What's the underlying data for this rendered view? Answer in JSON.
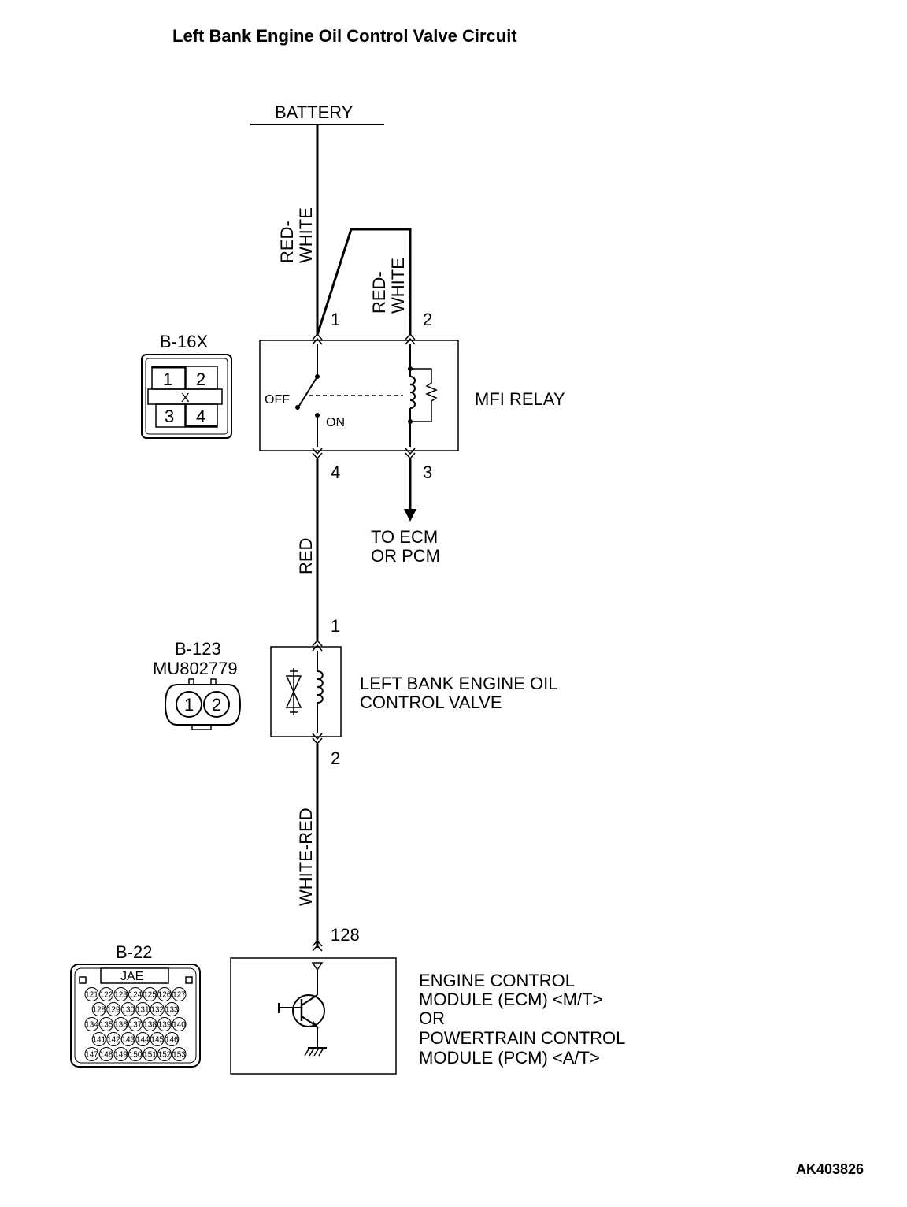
{
  "title": "Left Bank Engine Oil Control Valve Circuit",
  "battery_label": "BATTERY",
  "wires": {
    "red_white_main": [
      "RED-",
      "WHITE"
    ],
    "red_white_coil": [
      "RED-",
      "WHITE"
    ],
    "red": "RED",
    "white_red": "WHITE-RED"
  },
  "relay": {
    "name": "MFI RELAY",
    "connector": "B-16X",
    "pins": [
      "1",
      "2",
      "3",
      "4"
    ],
    "switch_off": "OFF",
    "switch_on": "ON",
    "connector_pins": [
      "1",
      "2",
      "3",
      "4"
    ],
    "connector_mark": "X"
  },
  "to_ecm": [
    "TO ECM",
    "OR PCM"
  ],
  "valve": {
    "name": [
      "LEFT BANK ENGINE OIL",
      "CONTROL VALVE"
    ],
    "connector": "B-123",
    "part_number": "MU802779",
    "pins": [
      "1",
      "2"
    ],
    "connector_pins": [
      "1",
      "2"
    ]
  },
  "ecm": {
    "name": [
      "ENGINE CONTROL",
      "MODULE (ECM) <M/T>",
      "OR",
      "POWERTRAIN CONTROL",
      "MODULE (PCM) <A/T>"
    ],
    "connector": "B-22",
    "connector_maker": "JAE",
    "pin": "128",
    "connector_pin_rows": [
      [
        "121",
        "122",
        "123",
        "124",
        "125",
        "126",
        "127"
      ],
      [
        "128",
        "129",
        "130",
        "131",
        "132",
        "133"
      ],
      [
        "134",
        "135",
        "136",
        "137",
        "138",
        "139",
        "140"
      ],
      [
        "141",
        "142",
        "143",
        "144",
        "145",
        "146"
      ],
      [
        "147",
        "148",
        "149",
        "150",
        "151",
        "152",
        "153"
      ]
    ]
  },
  "figure_code": "AK403826"
}
